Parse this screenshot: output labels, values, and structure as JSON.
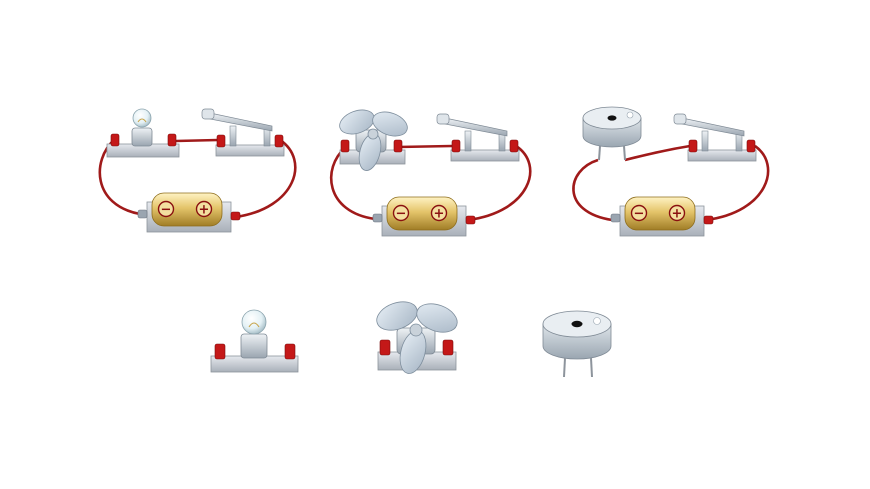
{
  "battery": {
    "negative_symbol": "−",
    "positive_symbol": "+"
  },
  "components": [
    "bulb-on-base",
    "fan-on-base",
    "buzzer"
  ],
  "circuits": [
    {
      "load": "bulb",
      "switch": "knife-switch",
      "source": "battery"
    },
    {
      "load": "fan",
      "switch": "knife-switch",
      "source": "battery"
    },
    {
      "load": "buzzer",
      "switch": "knife-switch",
      "source": "battery"
    }
  ],
  "colors": {
    "wire": "#a01a1a",
    "terminal": "#c41818",
    "base": "#c7ccd3",
    "battery_gold": "#d9b85a",
    "metal": "#b9c3cc"
  }
}
